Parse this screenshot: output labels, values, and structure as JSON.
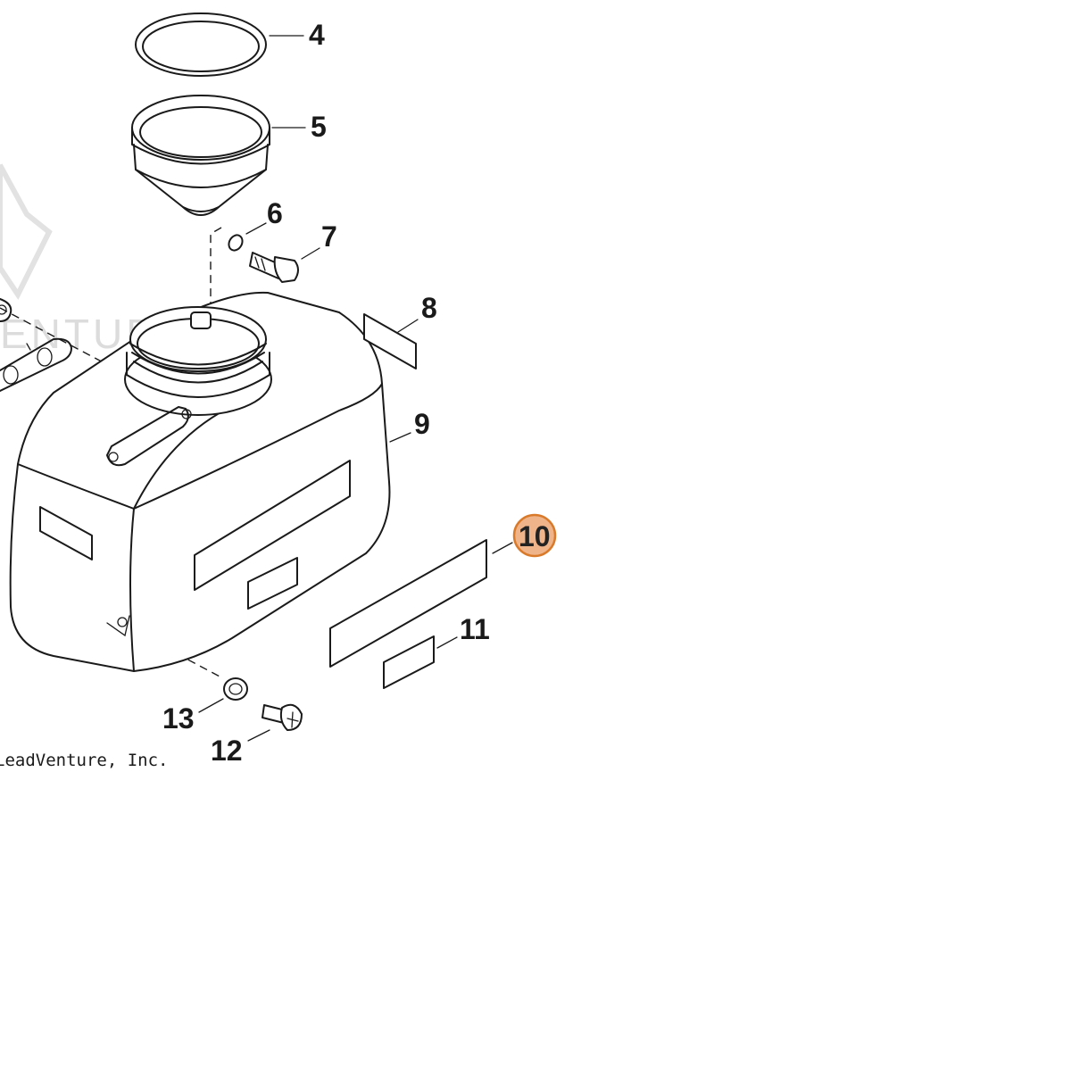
{
  "diagram": {
    "callouts": [
      {
        "id": "4",
        "label": "4"
      },
      {
        "id": "5",
        "label": "5"
      },
      {
        "id": "6",
        "label": "6"
      },
      {
        "id": "7",
        "label": "7"
      },
      {
        "id": "8",
        "label": "8"
      },
      {
        "id": "9",
        "label": "9"
      },
      {
        "id": "10",
        "label": "10",
        "highlighted": true
      },
      {
        "id": "11",
        "label": "11"
      },
      {
        "id": "12",
        "label": "12"
      },
      {
        "id": "13",
        "label": "13"
      }
    ],
    "copyright": "LeadVenture, Inc.",
    "watermark": "ENTURE",
    "highlight_color": "#f0b48a",
    "highlight_border": "#d97a2b"
  }
}
